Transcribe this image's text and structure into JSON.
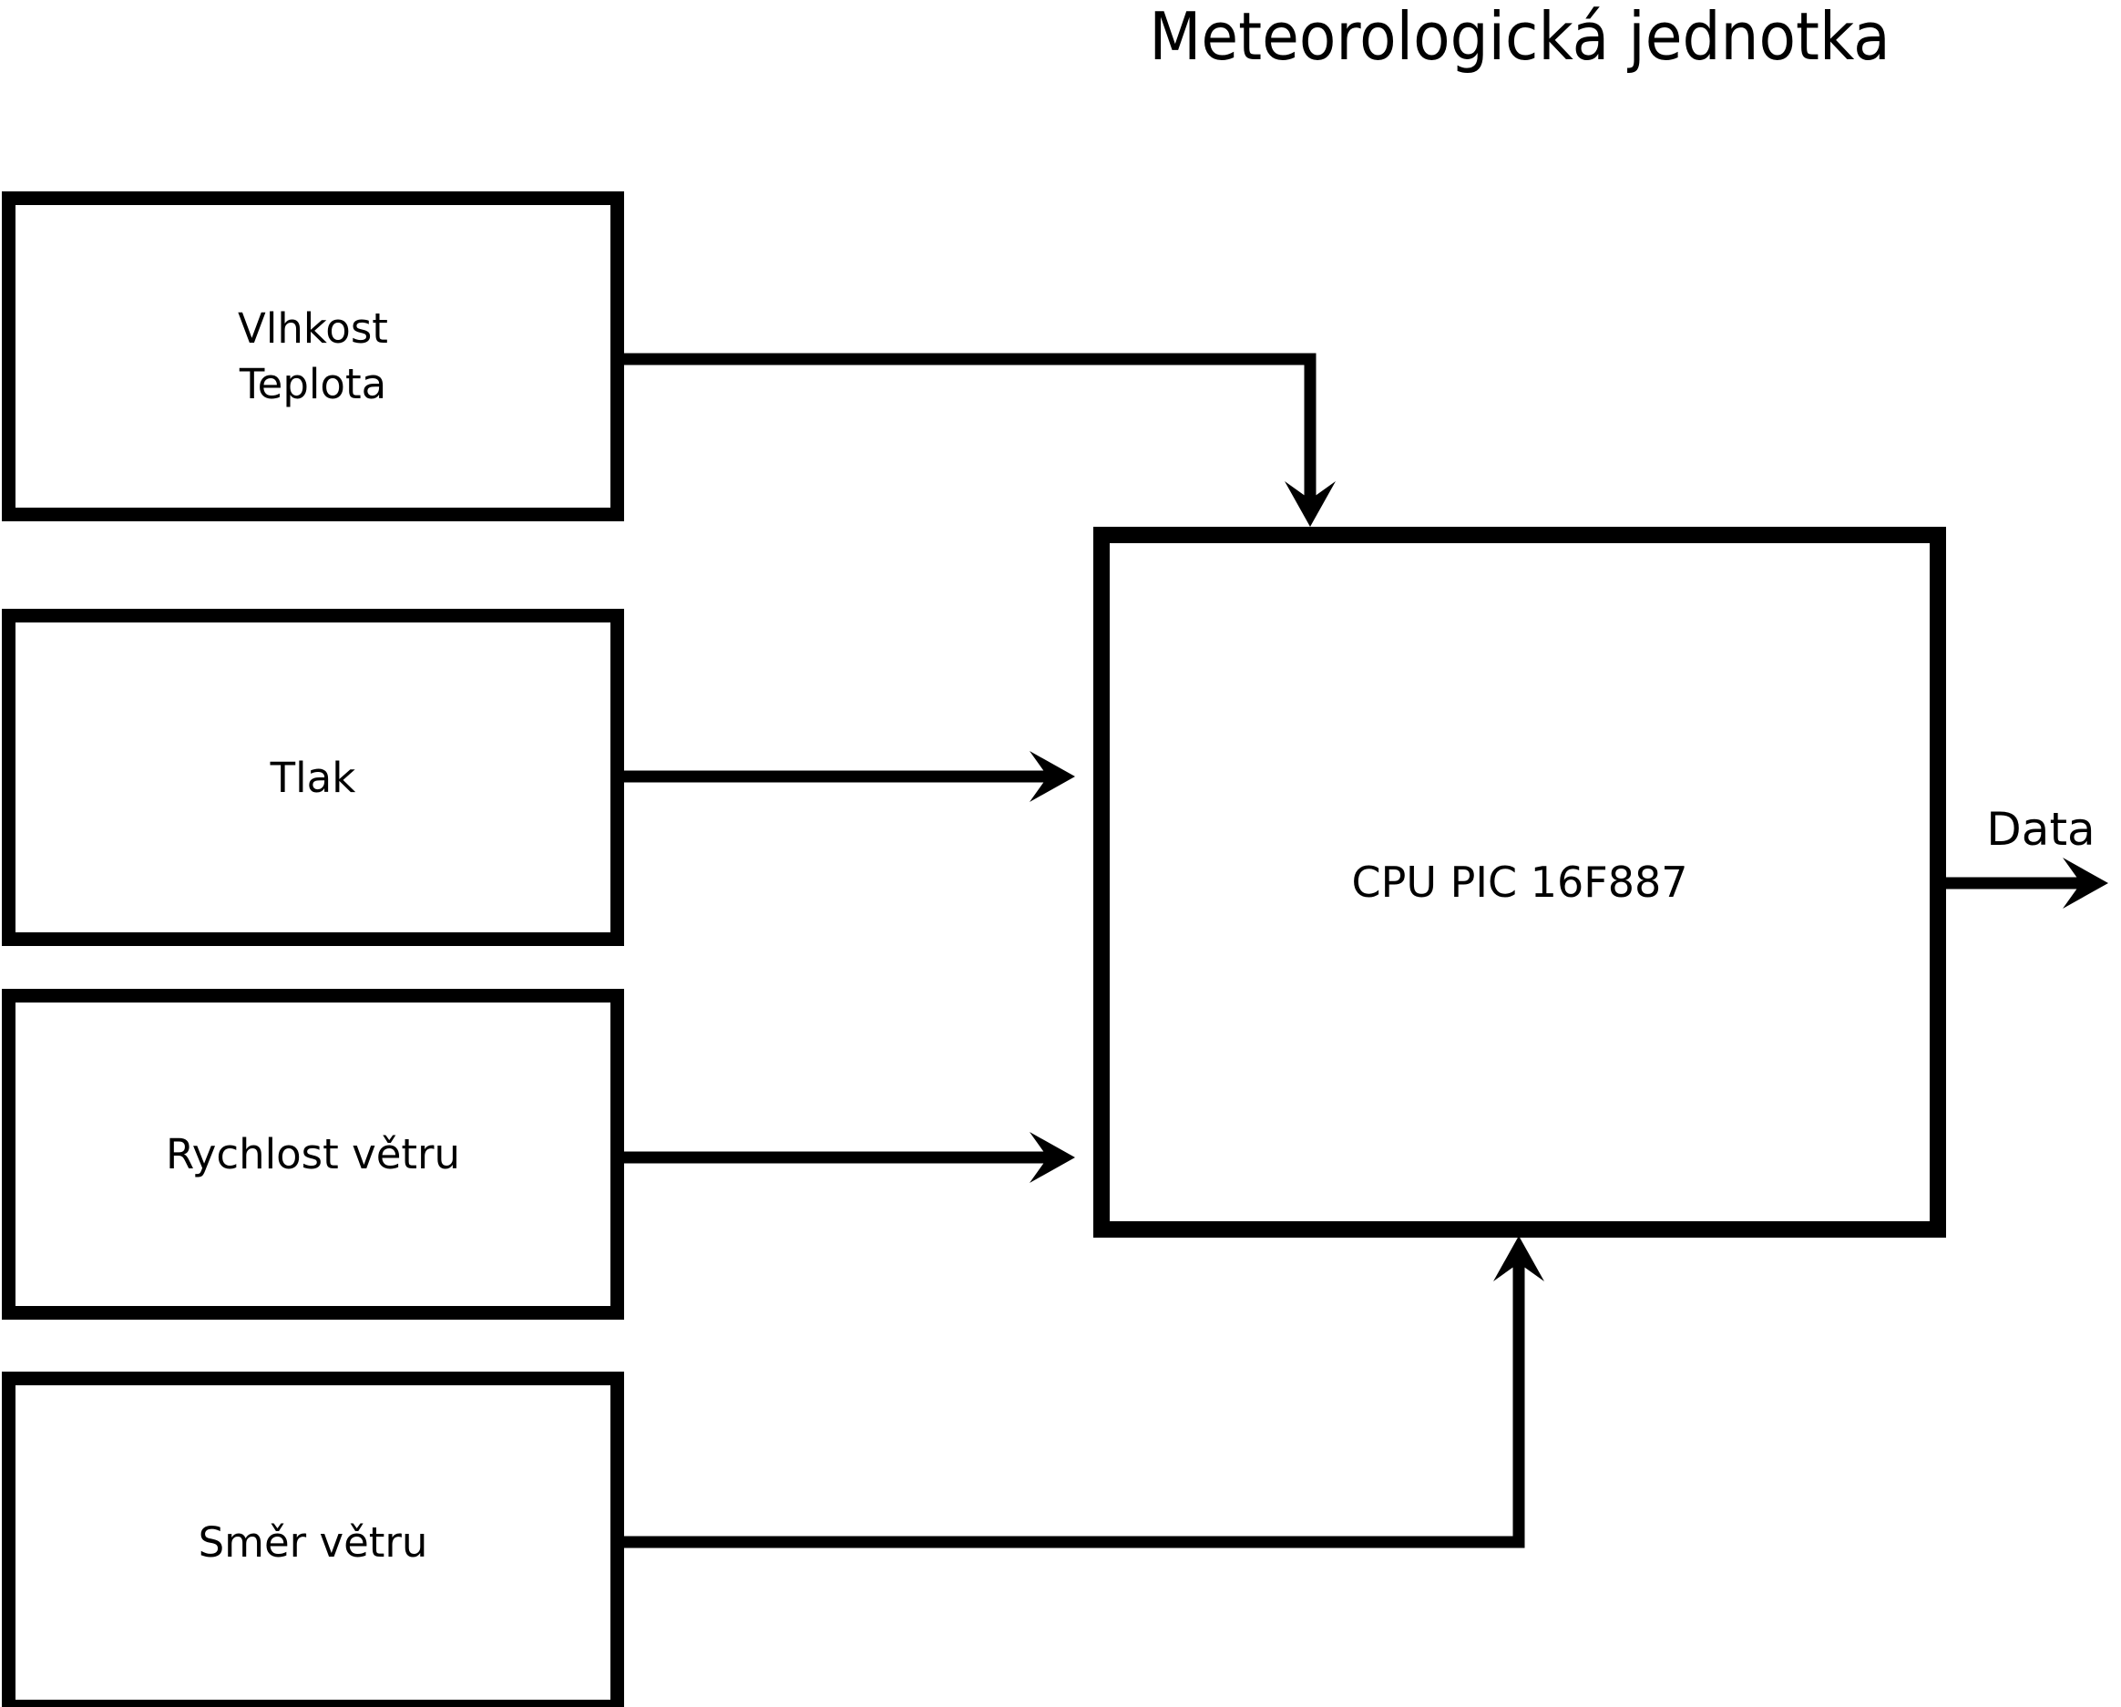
{
  "title": "Meteorologická jednotka",
  "blocks": {
    "sensor1": {
      "line1": "Vlhkost",
      "line2": "Teplota"
    },
    "sensor2": {
      "label": "Tlak"
    },
    "sensor3": {
      "label": "Rychlost větru"
    },
    "sensor4": {
      "label": "Směr větru"
    },
    "cpu": {
      "label": "CPU PIC 16F887"
    },
    "output": {
      "label": "Data"
    }
  },
  "connections": [
    {
      "from": "Vlhkost/Teplota",
      "to": "CPU PIC 16F887"
    },
    {
      "from": "Tlak",
      "to": "CPU PIC 16F887"
    },
    {
      "from": "Rychlost větru",
      "to": "CPU PIC 16F887"
    },
    {
      "from": "Směr větru",
      "to": "CPU PIC 16F887"
    },
    {
      "from": "CPU PIC 16F887",
      "to": "Data"
    }
  ],
  "colors": {
    "line": "#000000",
    "background": "#ffffff"
  }
}
